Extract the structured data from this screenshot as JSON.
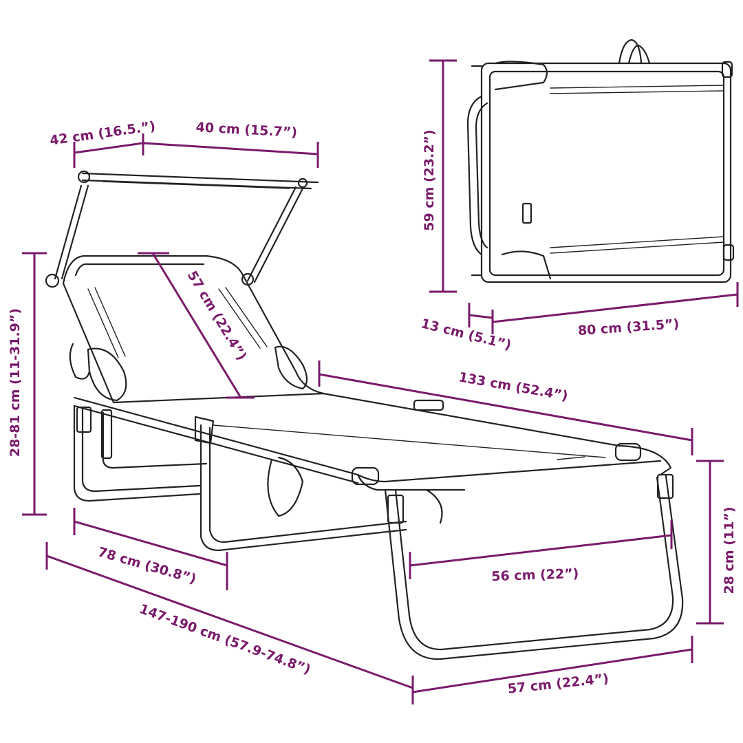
{
  "colors": {
    "dimension": "#7a1a6b",
    "outline": "#222222",
    "background": "#ffffff"
  },
  "dimensions": {
    "canopy_left": "42 cm (16.5.”)",
    "canopy_right": "40 cm (15.7”)",
    "backrest": "57 cm (22.4”)",
    "total_height": "28-81 cm (11-31.9”)",
    "seat_length": "133 cm (52.4”)",
    "leg_section": "78 cm (30.8”)",
    "inner_width": "56 cm (22”)",
    "seat_height": "28 cm (11”)",
    "total_length": "147-190 cm (57.9-74.8”)",
    "width": "57 cm (22.4”)",
    "folded_height": "59 cm (23.2”)",
    "folded_depth": "13 cm (5.1”)",
    "folded_length": "80 cm (31.5”)"
  }
}
